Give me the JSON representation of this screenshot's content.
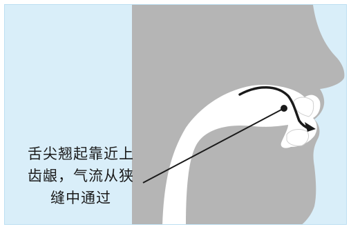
{
  "annotation": {
    "lines": [
      "舌尖翘起靠近上",
      "齿龈，气流从狭",
      "缝中通过"
    ]
  },
  "colors": {
    "background": "#d9eef9",
    "head": "#b5b5b5",
    "cavity": "#ffffff",
    "arrow": "#1a1a1a"
  }
}
